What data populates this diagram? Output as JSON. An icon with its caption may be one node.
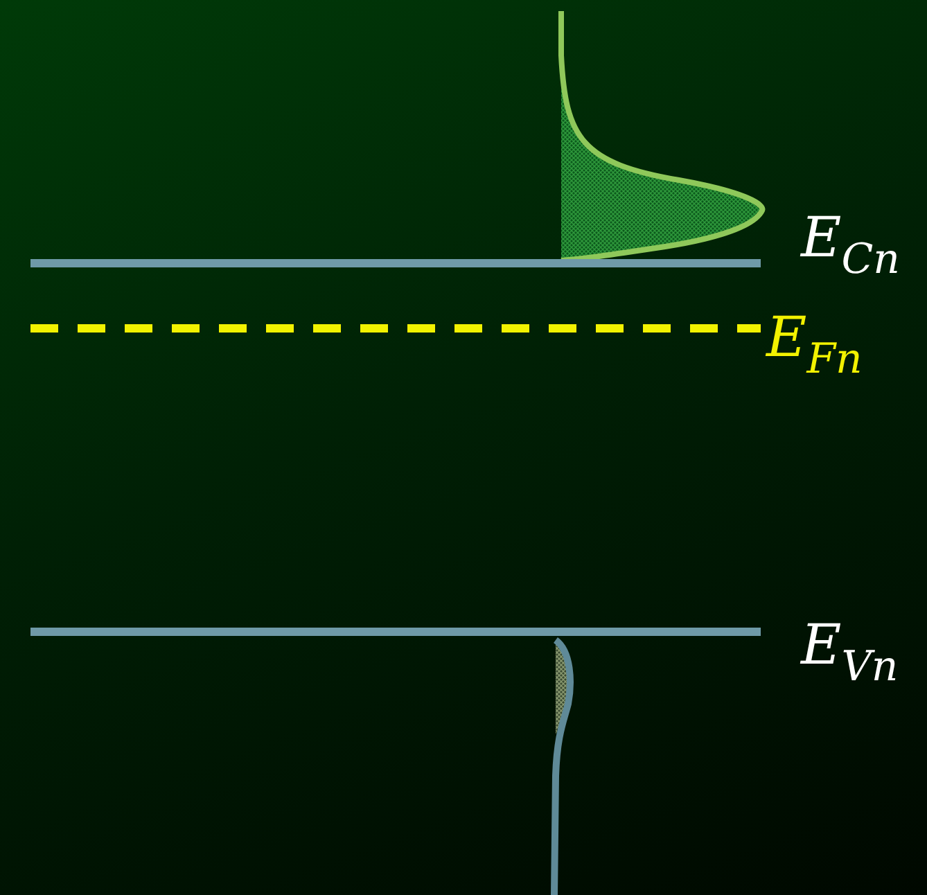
{
  "diagram": {
    "labels": [
      "E$_{Cn}$",
      "E$_{Fn}$",
      "E$_{Vn}$"
    ]
  }
}
